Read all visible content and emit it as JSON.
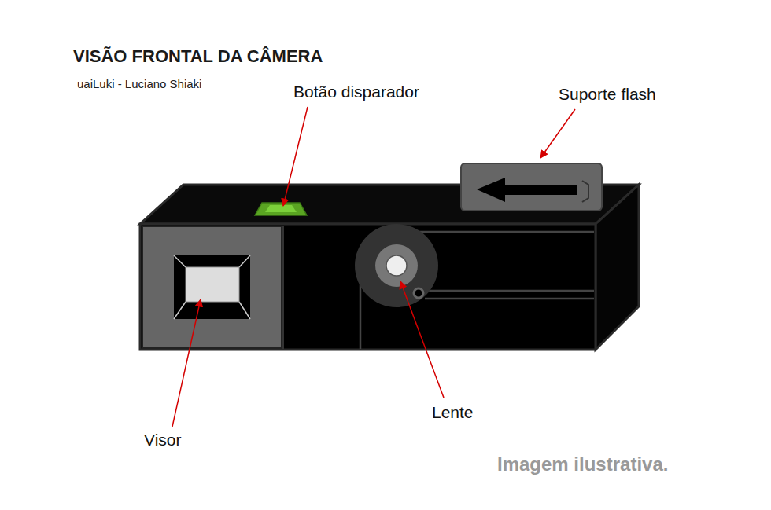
{
  "diagram": {
    "title": "VISÃO FRONTAL DA CÂMERA",
    "labels": [
      "uaiLuki - Luciano Shiaki",
      "Botão disparador",
      "Suporte flash",
      "Visor",
      "Lente",
      "Imagem ilustrativa."
    ]
  }
}
